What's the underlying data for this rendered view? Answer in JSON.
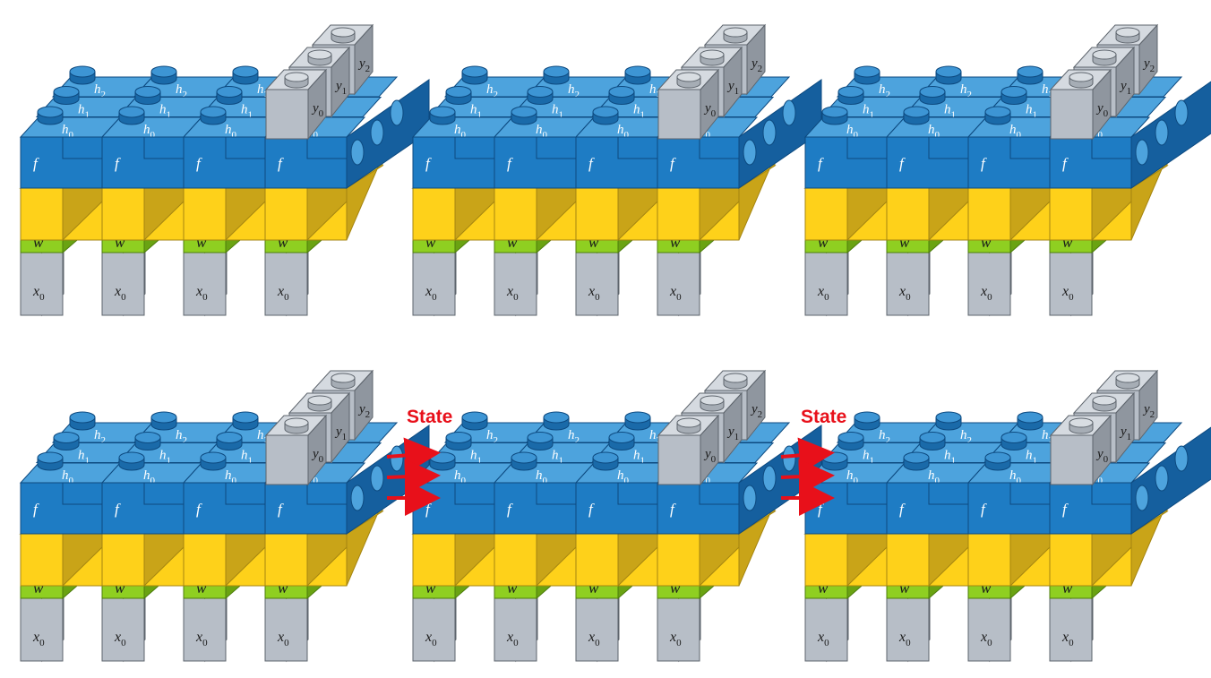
{
  "labels": {
    "f": "f",
    "w": "w",
    "x": "x",
    "h": "h",
    "y": "y",
    "sub0": "0",
    "sub1": "1",
    "sub2": "2",
    "state": "State"
  },
  "structure": {
    "rows": [
      {
        "modules": 3,
        "state_arrows": false
      },
      {
        "modules": 3,
        "state_arrows": true
      }
    ],
    "inputs_per_module": 4,
    "hidden_layers": 3,
    "outputs_per_module": 3
  },
  "colors": {
    "blue_front": "#1e7cc4",
    "blue_top": "#4da3dd",
    "blue_side": "#155f9e",
    "blue_edge": "#0d4a80",
    "yellow_front": "#fed11a",
    "yellow_side": "#c9a418",
    "green_front": "#8fcf21",
    "green_side": "#6aa312",
    "gray_front": "#b7bec7",
    "gray_top": "#d5dae0",
    "gray_side": "#8f969f",
    "gray_edge": "#5d646c",
    "text_light": "#ffffff",
    "text_dark": "#1a1a1a",
    "arrow": "#e8101a"
  }
}
